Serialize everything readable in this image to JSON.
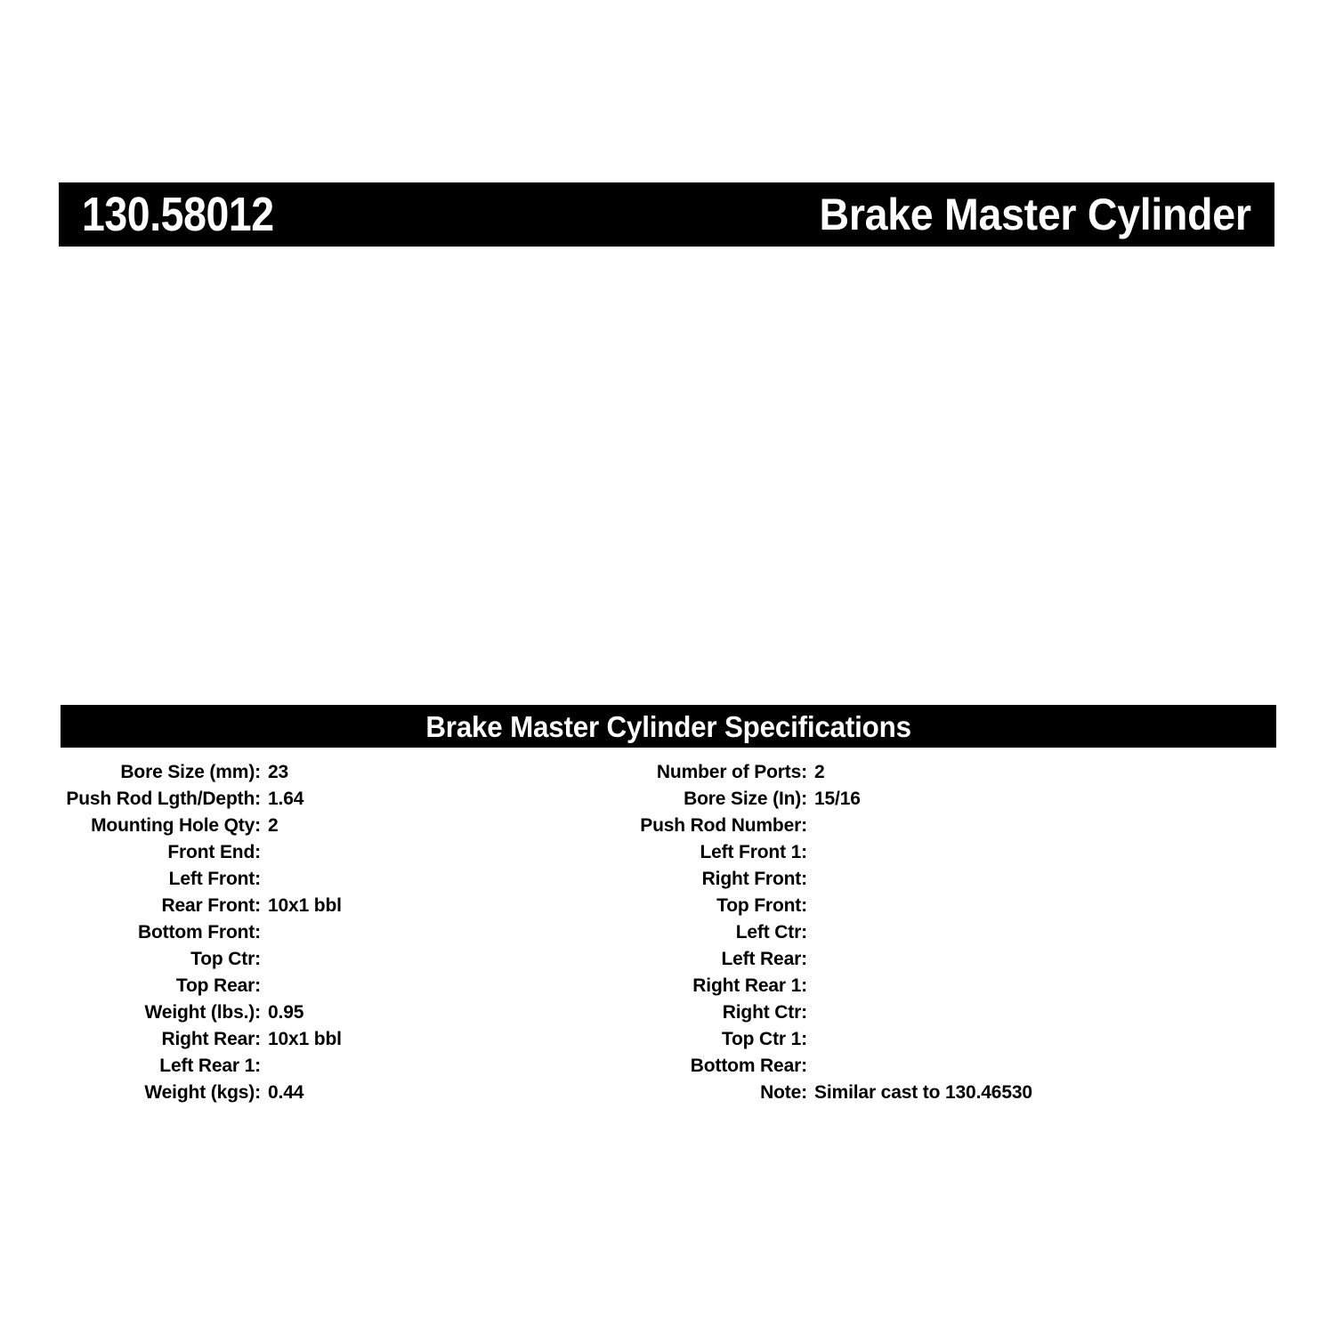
{
  "header": {
    "part_number": "130.58012",
    "product_name": "Brake Master Cylinder"
  },
  "spec_section": {
    "title": "Brake Master Cylinder Specifications",
    "left_column": [
      {
        "label": "Bore Size (mm):",
        "value": "23"
      },
      {
        "label": "Push Rod Lgth/Depth:",
        "value": "1.64"
      },
      {
        "label": "Mounting Hole Qty:",
        "value": "2"
      },
      {
        "label": "Front End:",
        "value": ""
      },
      {
        "label": "Left Front:",
        "value": ""
      },
      {
        "label": "Rear Front:",
        "value": "10x1 bbl"
      },
      {
        "label": "Bottom Front:",
        "value": ""
      },
      {
        "label": "Top Ctr:",
        "value": ""
      },
      {
        "label": "Top Rear:",
        "value": ""
      },
      {
        "label": "Weight (lbs.):",
        "value": "0.95"
      },
      {
        "label": "Right Rear:",
        "value": "10x1 bbl"
      },
      {
        "label": "Left Rear 1:",
        "value": ""
      },
      {
        "label": "Weight (kgs):",
        "value": "0.44"
      }
    ],
    "right_column": [
      {
        "label": "Number of Ports:",
        "value": "2"
      },
      {
        "label": "Bore Size (In):",
        "value": "15/16"
      },
      {
        "label": "Push Rod Number:",
        "value": ""
      },
      {
        "label": "Left Front 1:",
        "value": ""
      },
      {
        "label": "Right Front:",
        "value": ""
      },
      {
        "label": "Top Front:",
        "value": ""
      },
      {
        "label": "Left Ctr:",
        "value": ""
      },
      {
        "label": "Left Rear:",
        "value": ""
      },
      {
        "label": "Right Rear 1:",
        "value": ""
      },
      {
        "label": "Right Ctr:",
        "value": ""
      },
      {
        "label": "Top Ctr 1:",
        "value": ""
      },
      {
        "label": "Bottom Rear:",
        "value": ""
      },
      {
        "label": "Note:",
        "value": "Similar cast to 130.46530"
      }
    ]
  },
  "colors": {
    "bar_background": "#000000",
    "bar_text": "#ffffff",
    "page_background": "#ffffff",
    "body_text": "#000000"
  }
}
